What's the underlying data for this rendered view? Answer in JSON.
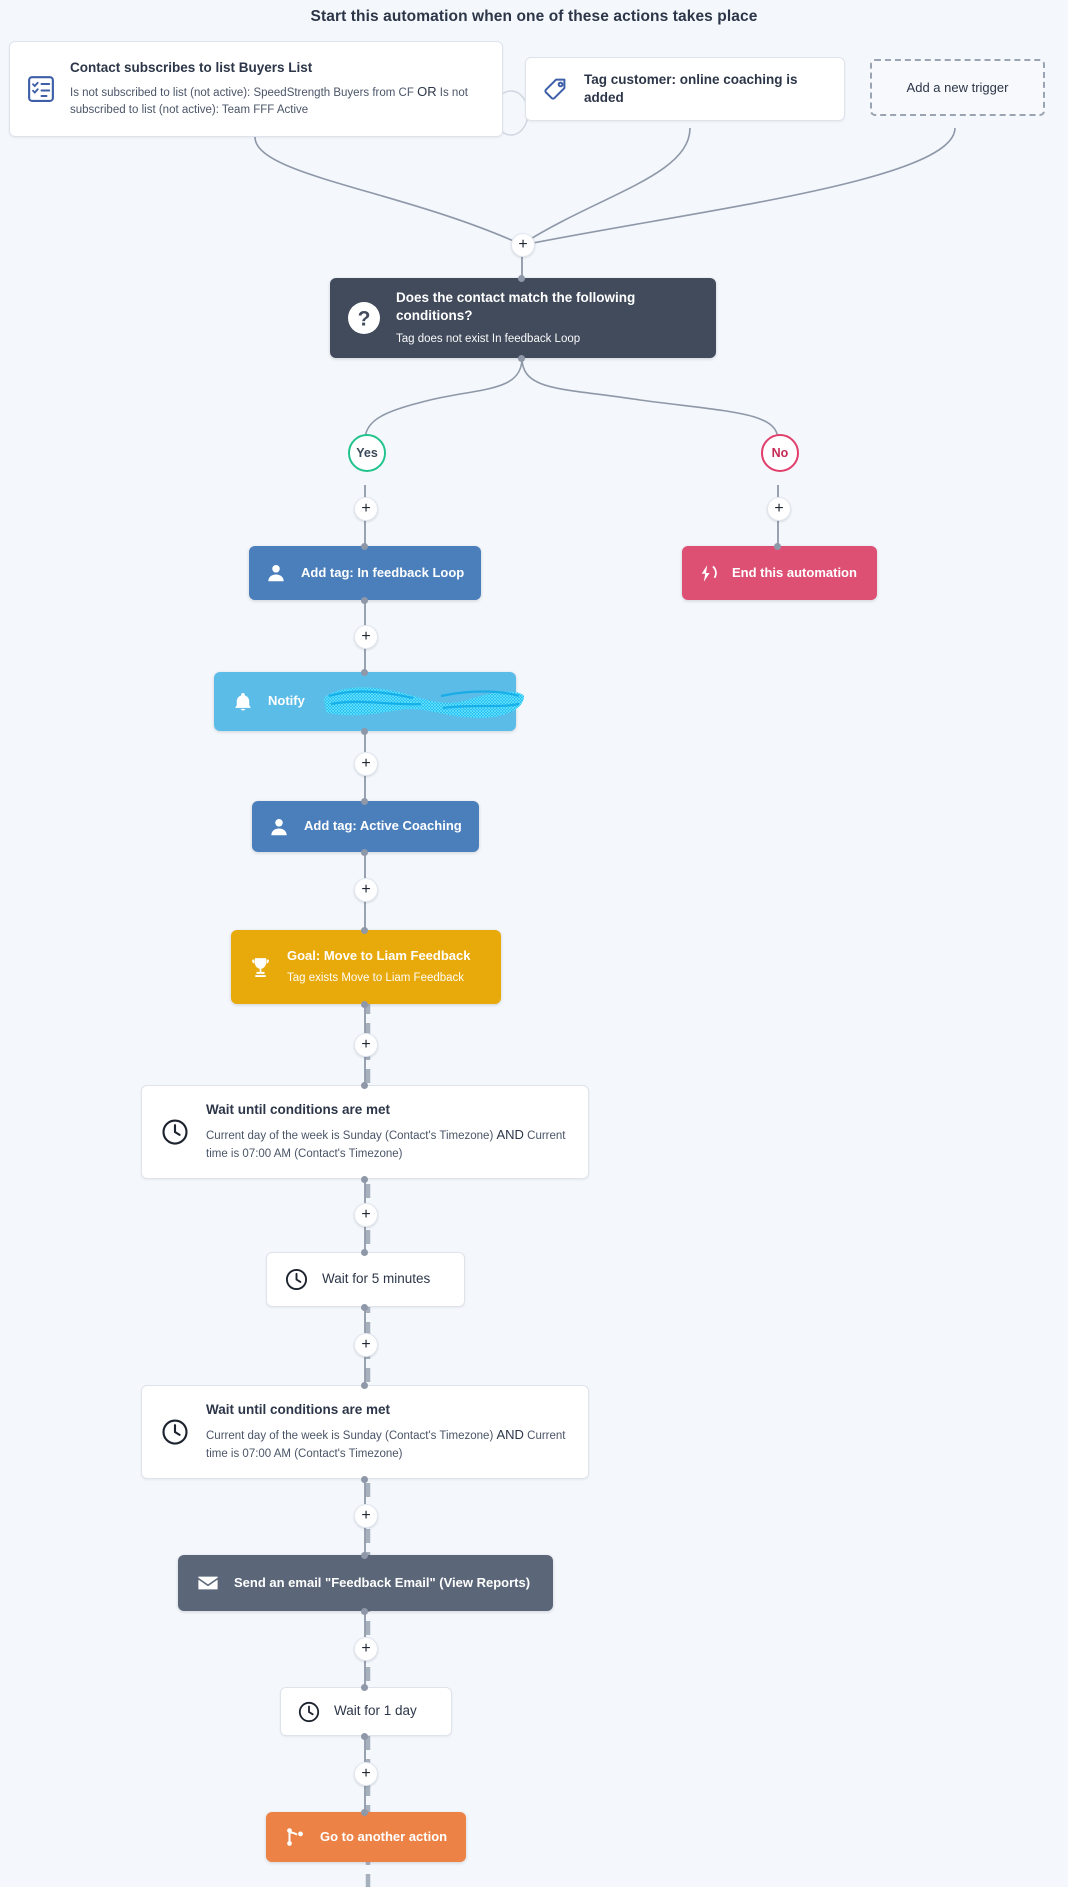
{
  "header": {
    "title": "Start this automation when one of these actions takes place"
  },
  "triggers": [
    {
      "icon": "list-checklist-icon",
      "title": "Contact subscribes to list Buyers List",
      "condition_parts": [
        "Is not subscribed to list (not active): SpeedStrength Buyers from CF",
        "Is not subscribed to list (not active): Team FFF Active"
      ],
      "operator": "OR"
    },
    {
      "icon": "tag-icon",
      "title": "Tag customer: online coaching is added"
    }
  ],
  "add_trigger": {
    "label": "Add a new trigger",
    "icon": "dashed-placeholder"
  },
  "condition": {
    "icon": "question-mark-icon",
    "title": "Does the contact match the following conditions?",
    "subtitle": "Tag does not exist In feedback Loop",
    "color": "#414b5c"
  },
  "branches": {
    "yes_label": "Yes",
    "no_label": "No",
    "yes_color": "#22c38c",
    "no_color": "#e0406b"
  },
  "steps": [
    {
      "id": "add-tag-feedback",
      "icon": "contact-icon",
      "title": "Add tag: In feedback Loop",
      "color": "#4a7fbb"
    },
    {
      "id": "end-automation",
      "icon": "end-flow-icon",
      "title": "End this automation",
      "color": "#de4f74"
    },
    {
      "id": "notify",
      "icon": "bell-icon",
      "title": "Notify",
      "redacted": true,
      "color": "#5cbce8"
    },
    {
      "id": "add-tag-coaching",
      "icon": "contact-icon",
      "title": "Add tag: Active Coaching",
      "color": "#4a7fbb"
    },
    {
      "id": "goal",
      "icon": "trophy-icon",
      "title": "Goal: Move to Liam Feedback",
      "subtitle": "Tag exists Move to Liam Feedback",
      "color": "#e8a90a"
    },
    {
      "id": "wait-conditions-1",
      "icon": "clock-icon",
      "title": "Wait until conditions are met",
      "condition_parts": [
        "Current day of the week is Sunday (Contact's Timezone)",
        "Current time is 07:00 AM (Contact's Timezone)"
      ],
      "operator": "AND"
    },
    {
      "id": "wait-5-minutes",
      "icon": "clock-icon",
      "title": "Wait for 5 minutes"
    },
    {
      "id": "wait-conditions-2",
      "icon": "clock-icon",
      "title": "Wait until conditions are met",
      "condition_parts": [
        "Current day of the week is Sunday (Contact's Timezone)",
        "Current time is 07:00 AM (Contact's Timezone)"
      ],
      "operator": "AND"
    },
    {
      "id": "send-email",
      "icon": "envelope-icon",
      "title": "Send an email \"Feedback Email\" (View Reports)",
      "color": "#5b6779"
    },
    {
      "id": "wait-1-day",
      "icon": "clock-icon",
      "title": "Wait for 1 day"
    },
    {
      "id": "goto-action",
      "icon": "goto-branch-icon",
      "title": "Go to another action",
      "color": "#ec8245"
    }
  ],
  "canvas": {
    "background": "#f4f7fb",
    "wire_color": "#8e98a8"
  }
}
